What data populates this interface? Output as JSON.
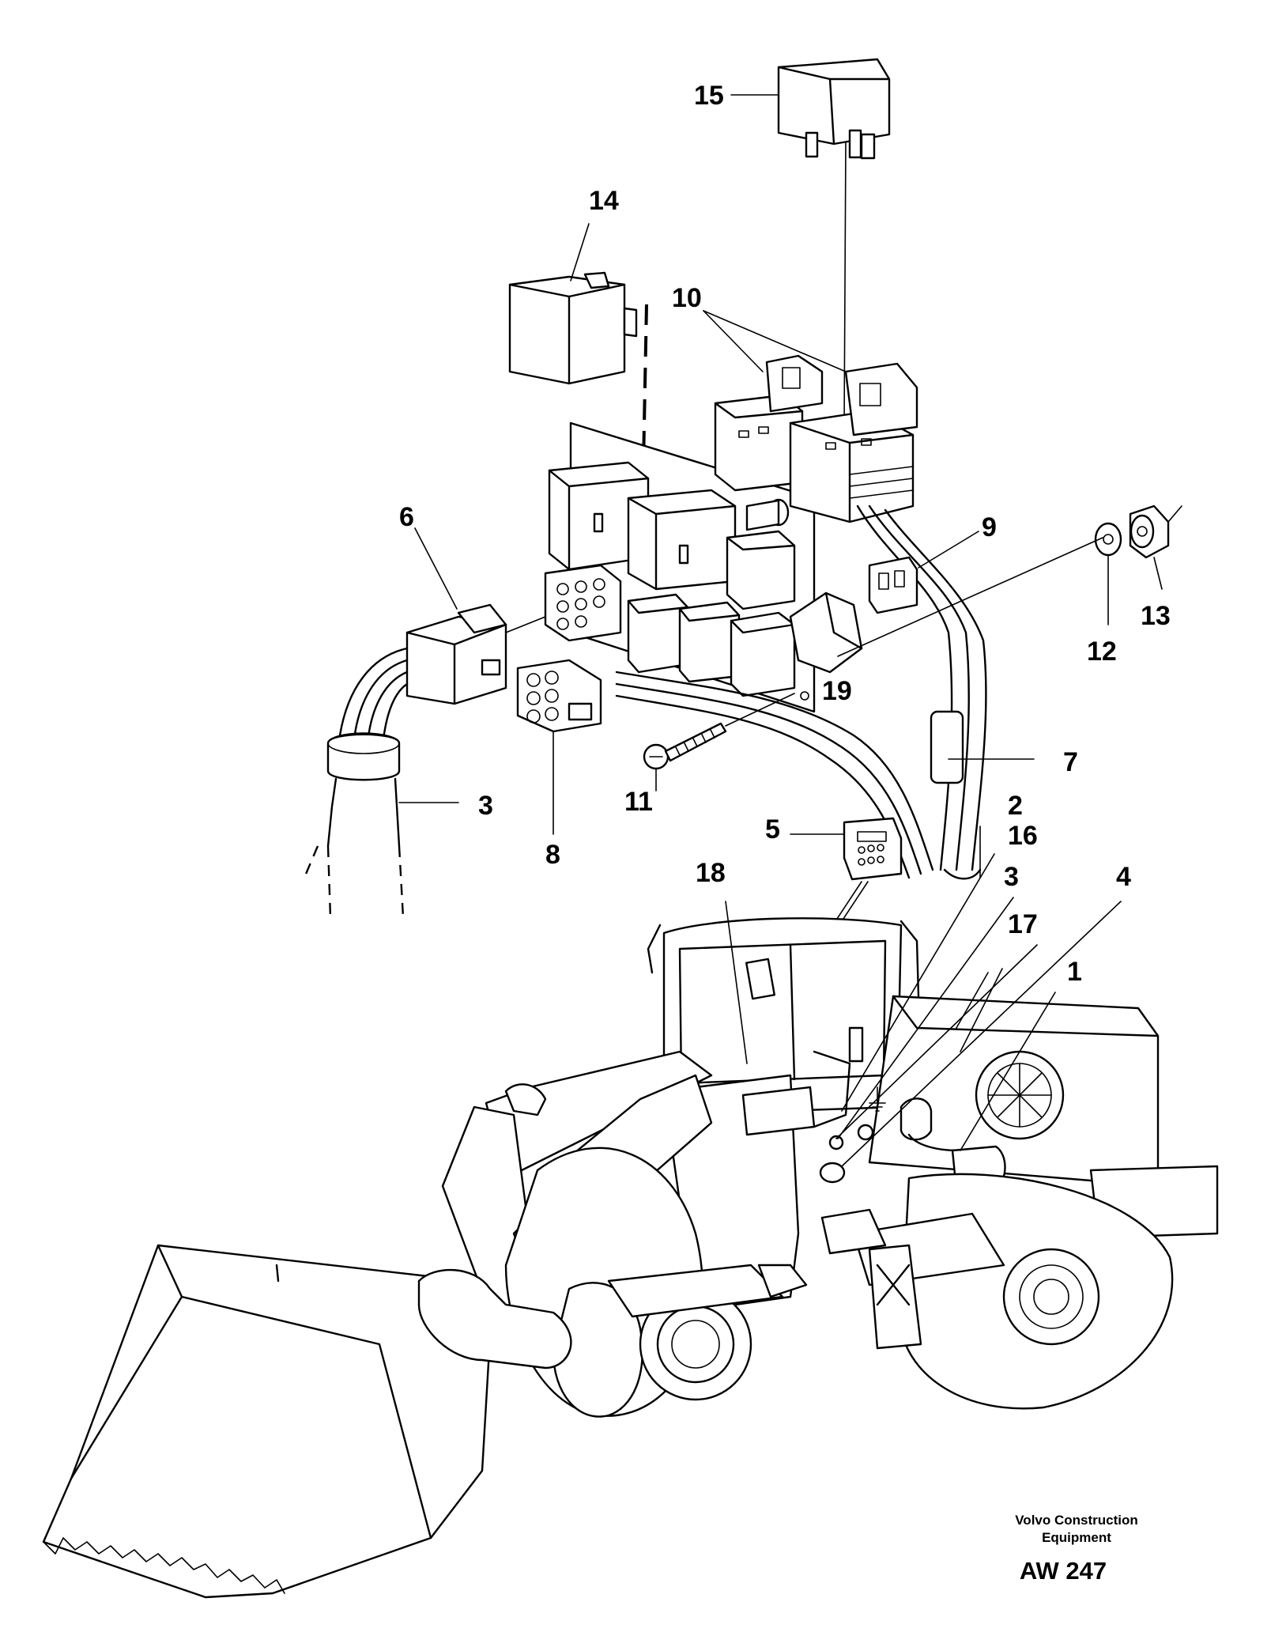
{
  "callouts": {
    "c1": "1",
    "c2": "2",
    "c3": "3",
    "c3b": "3",
    "c4": "4",
    "c5": "5",
    "c6": "6",
    "c7": "7",
    "c8": "8",
    "c9": "9",
    "c10": "10",
    "c11": "11",
    "c12": "12",
    "c13": "13",
    "c14": "14",
    "c15": "15",
    "c16": "16",
    "c17": "17",
    "c18": "18",
    "c19": "19"
  },
  "footer": {
    "brand_line1": "Volvo Construction",
    "brand_line2": "Equipment",
    "code": "AW 247"
  }
}
